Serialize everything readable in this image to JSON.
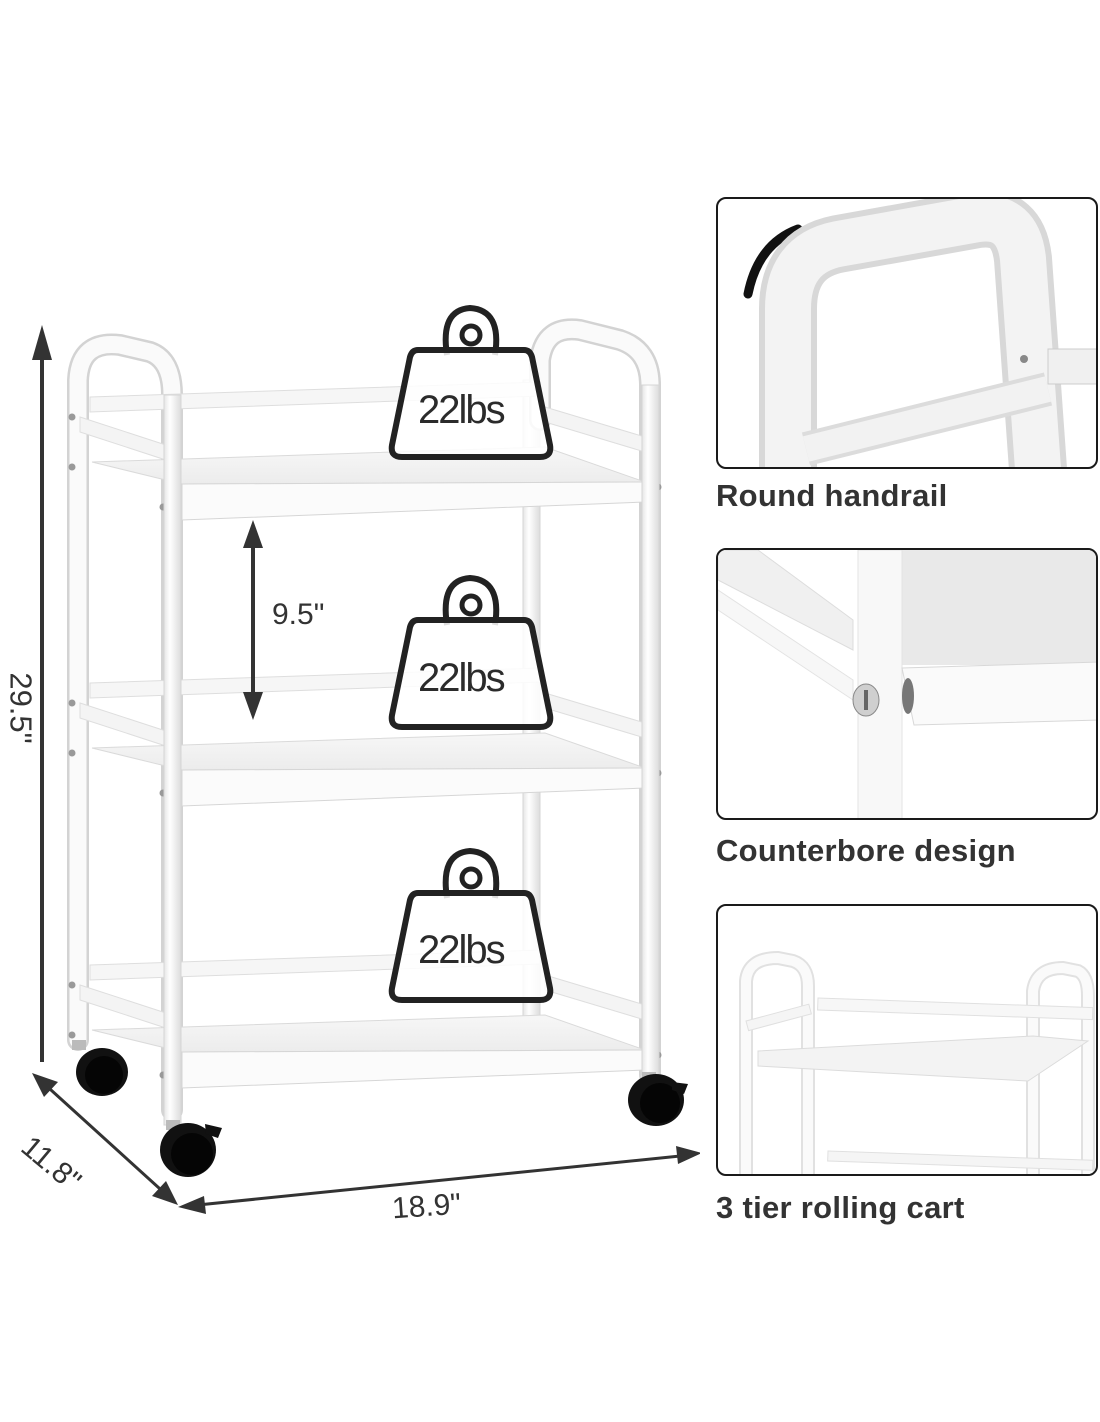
{
  "product": {
    "name": "3 tier rolling cart",
    "colors": {
      "frame": "#f2f2f2",
      "frame_shade": "#d9d9d9",
      "shelf": "#f4f4f4",
      "shelf_edge": "#e2e2e2",
      "wheel": "#111111",
      "annotation": "#333333",
      "panel_border": "#1a1a1a"
    }
  },
  "dimensions": {
    "height": "29.5\"",
    "depth": "11.8\"",
    "width": "18.9\"",
    "shelf_spacing": "9.5\""
  },
  "load_badges": [
    {
      "label": "22lbs",
      "icon": "weight-icon",
      "shelf": "top"
    },
    {
      "label": "22lbs",
      "icon": "weight-icon",
      "shelf": "middle"
    },
    {
      "label": "22lbs",
      "icon": "weight-icon",
      "shelf": "bottom"
    }
  ],
  "features": [
    {
      "caption": "Round handrail",
      "image": "handrail-closeup"
    },
    {
      "caption": "Counterbore design",
      "image": "counterbore-screw-closeup"
    },
    {
      "caption": "3 tier rolling cart",
      "image": "cart-top-tier-closeup"
    }
  ]
}
